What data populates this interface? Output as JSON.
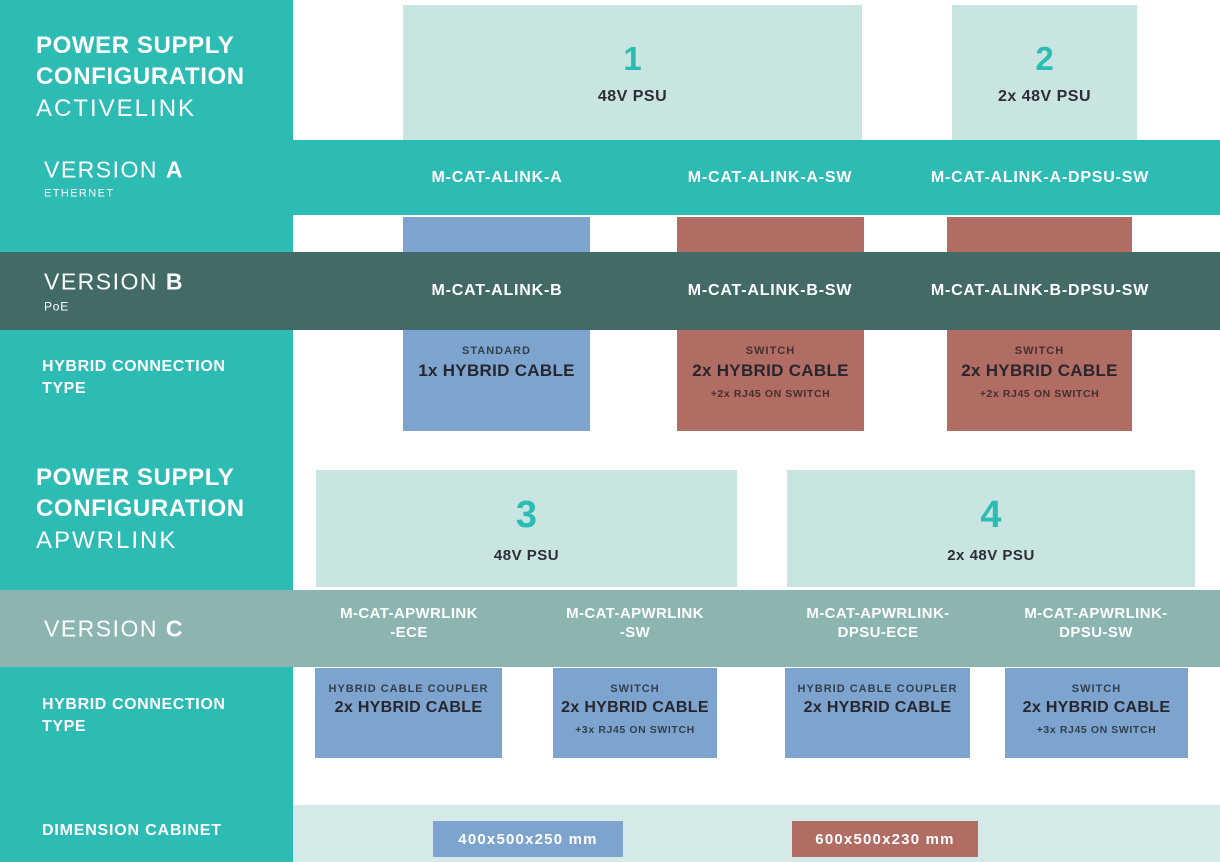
{
  "colors": {
    "teal": "#2dbcb4",
    "teal_dark": "#426b67",
    "teal_muted": "#8cb5b2",
    "box_light": "#c8e5e2",
    "band_light": "#d5eae8",
    "blue": "#7ca4ce",
    "brown": "#b16c63",
    "number_teal": "#2bbcb4",
    "text_dark": "#2e2d35",
    "white": "#ffffff"
  },
  "activelink": {
    "title": [
      "POWER SUPPLY",
      "CONFIGURATION"
    ],
    "subtitle": "ACTIVELINK",
    "psu": [
      {
        "number": "1",
        "label": "48V PSU"
      },
      {
        "number": "2",
        "label": "2x 48V PSU"
      }
    ],
    "versionA": {
      "name": "VERSION",
      "letter": "A",
      "sub": "ETHERNET",
      "products": [
        "M-CAT-ALINK-A",
        "M-CAT-ALINK-A-SW",
        "M-CAT-ALINK-A-DPSU-SW"
      ]
    },
    "versionB": {
      "name": "VERSION",
      "letter": "B",
      "sub": "PoE",
      "products": [
        "M-CAT-ALINK-B",
        "M-CAT-ALINK-B-SW",
        "M-CAT-ALINK-B-DPSU-SW"
      ]
    },
    "hybridLabel": [
      "HYBRID CONNECTION",
      "TYPE"
    ],
    "hybrid": [
      {
        "tag": "STANDARD",
        "main": "1x HYBRID CABLE",
        "note": ""
      },
      {
        "tag": "SWITCH",
        "main": "2x HYBRID CABLE",
        "note": "+2x RJ45 ON SWITCH"
      },
      {
        "tag": "SWITCH",
        "main": "2x HYBRID CABLE",
        "note": "+2x RJ45 ON SWITCH"
      }
    ]
  },
  "apwrlink": {
    "title": [
      "POWER SUPPLY",
      "CONFIGURATION"
    ],
    "subtitle": "APWRLINK",
    "psu": [
      {
        "number": "3",
        "label": "48V PSU"
      },
      {
        "number": "4",
        "label": "2x 48V PSU"
      }
    ],
    "versionC": {
      "name": "VERSION",
      "letter": "C",
      "products": [
        {
          "line1": "M-CAT-APWRLINK",
          "line2": "-ECE"
        },
        {
          "line1": "M-CAT-APWRLINK",
          "line2": "-SW"
        },
        {
          "line1": "M-CAT-APWRLINK-",
          "line2": "DPSU-ECE"
        },
        {
          "line1": "M-CAT-APWRLINK-",
          "line2": "DPSU-SW"
        }
      ]
    },
    "hybridLabel": [
      "HYBRID CONNECTION",
      "TYPE"
    ],
    "hybrid": [
      {
        "tag": "HYBRID CABLE COUPLER",
        "main": "2x HYBRID CABLE",
        "note": ""
      },
      {
        "tag": "SWITCH",
        "main": "2x HYBRID CABLE",
        "note": "+3x RJ45 ON SWITCH"
      },
      {
        "tag": "HYBRID CABLE COUPLER",
        "main": "2x HYBRID CABLE",
        "note": ""
      },
      {
        "tag": "SWITCH",
        "main": "2x HYBRID CABLE",
        "note": "+3x RJ45 ON SWITCH"
      }
    ]
  },
  "dimension": {
    "label": "DIMENSION CABINET",
    "chips": [
      {
        "text": "400x500x250 mm",
        "color": "blue"
      },
      {
        "text": "600x500x230 mm",
        "color": "brown"
      }
    ]
  }
}
